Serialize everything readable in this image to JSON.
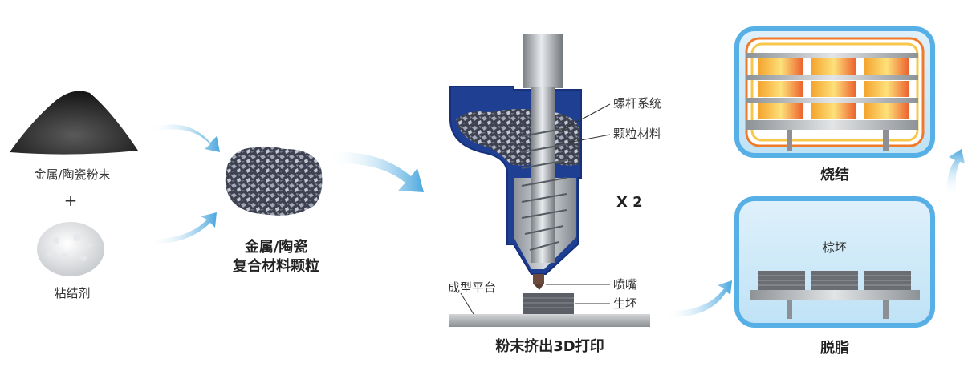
{
  "raw": {
    "powder_label": "金属/陶瓷粉末",
    "plus": "+",
    "binder_label": "粘结剂"
  },
  "granule": {
    "line1": "金属/陶瓷",
    "line2": "复合材料颗粒"
  },
  "printer": {
    "screw_label": "螺杆系统",
    "granule_label": "颗粒材料",
    "multiplier": "X 2",
    "nozzle_label": "喷嘴",
    "green_label": "生坯",
    "platform_label": "成型平台",
    "title": "粉末挤出3D打印"
  },
  "debind": {
    "inner_label": "棕坯",
    "title": "脱脂"
  },
  "sinter": {
    "title": "烧结"
  },
  "colors": {
    "arrow": "#5aaee0",
    "hopper": "#1f3f93",
    "box_border": "#3fa3e2",
    "box_fill": "#cde9f8",
    "furnace_orange": "#f07a2a",
    "furnace_yellow": "#f6c74a"
  }
}
